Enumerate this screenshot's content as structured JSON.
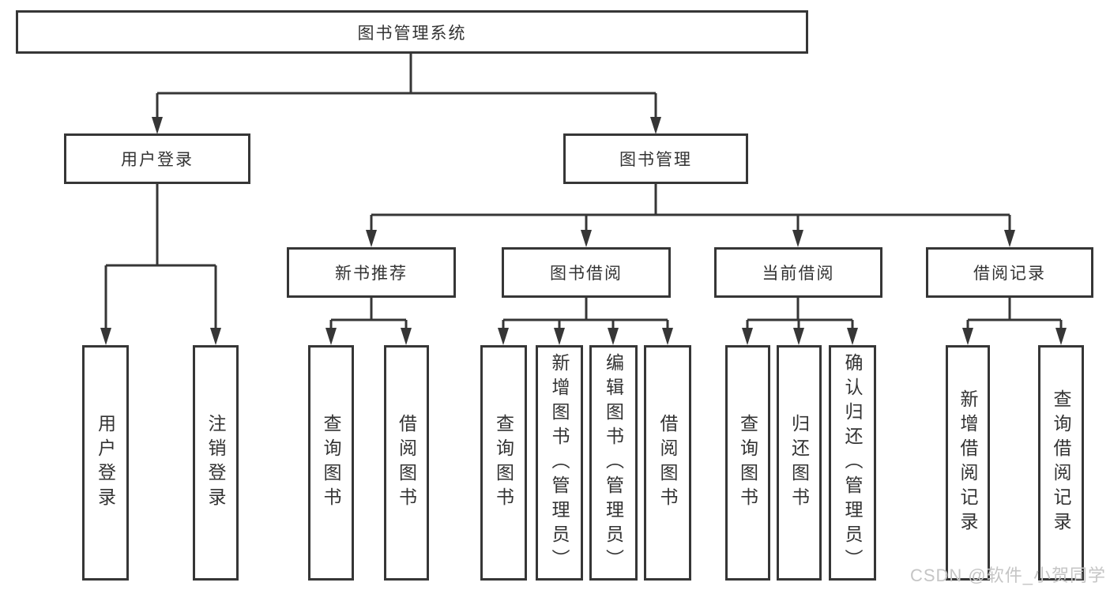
{
  "watermark": "CSDN @软件_小贺同学",
  "colors": {
    "line": "#363636",
    "box_border": "#363636",
    "text": "#333333",
    "watermark": "#c5c5c5",
    "background": "#ffffff"
  },
  "tree": {
    "root": {
      "label": "图书管理系统"
    },
    "children": [
      {
        "label": "用户登录",
        "leaves": [
          {
            "label": "用户登录"
          },
          {
            "label": "注销登录"
          }
        ]
      },
      {
        "label": "图书管理",
        "children": [
          {
            "label": "新书推荐",
            "leaves": [
              {
                "label": "查询图书"
              },
              {
                "label": "借阅图书"
              }
            ]
          },
          {
            "label": "图书借阅",
            "leaves": [
              {
                "label": "查询图书"
              },
              {
                "label": "新增图书（管理员）"
              },
              {
                "label": "编辑图书（管理员）"
              },
              {
                "label": "借阅图书"
              }
            ]
          },
          {
            "label": "当前借阅",
            "leaves": [
              {
                "label": "查询图书"
              },
              {
                "label": "归还图书"
              },
              {
                "label": "确认归还（管理员）"
              }
            ]
          },
          {
            "label": "借阅记录",
            "leaves": [
              {
                "label": "新增借阅记录"
              },
              {
                "label": "查询借阅记录"
              }
            ]
          }
        ]
      }
    ]
  }
}
